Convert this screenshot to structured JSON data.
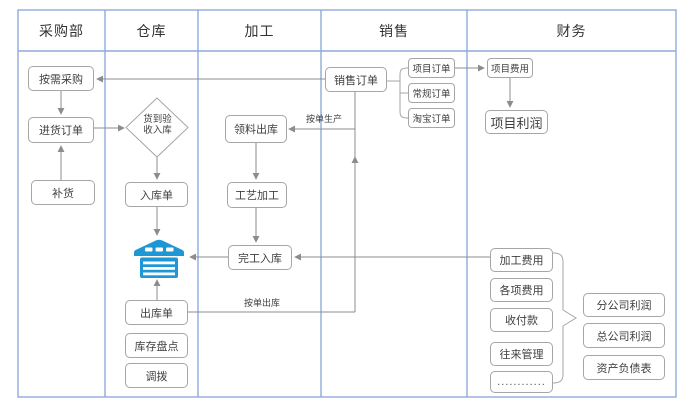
{
  "lanes": [
    {
      "label": "采购部"
    },
    {
      "label": "仓库"
    },
    {
      "label": "加工"
    },
    {
      "label": "销售"
    },
    {
      "label": "财务"
    }
  ],
  "nodes": {
    "demand_purchase": "按需采购",
    "purchase_order": "进货订单",
    "replenish": "补货",
    "arrival_check_line1": "货到验",
    "arrival_check_line2": "收入库",
    "inbound_receipt": "入库单",
    "outbound_receipt": "出库单",
    "stocktake": "库存盘点",
    "transfer": "调拨",
    "material_outbound": "领料出库",
    "process_machining": "工艺加工",
    "finished_inbound": "完工入库",
    "sales_order": "销售订单",
    "project_order": "项目订单",
    "regular_order": "常规订单",
    "taobao_order": "淘宝订单",
    "project_fee": "项目费用",
    "project_profit": "项目利润",
    "processing_fee": "加工费用",
    "misc_fees": "各项费用",
    "payments": "收付款",
    "contact_mgmt": "往来管理",
    "ellipsis": "............",
    "branch_profit": "分公司利润",
    "hq_profit": "总公司利润",
    "balance_sheet": "资产负债表"
  },
  "edge_labels": {
    "produce_to_order": "按单生产",
    "ship_to_order": "按单出库"
  },
  "icons": {
    "warehouse": "warehouse-icon"
  },
  "colors": {
    "lane_border": "#8faadc",
    "node_border": "#a6a6a6",
    "arrow": "#8c8c8c",
    "icon_blue": "#1e97d4",
    "text": "#3f3f3f"
  }
}
